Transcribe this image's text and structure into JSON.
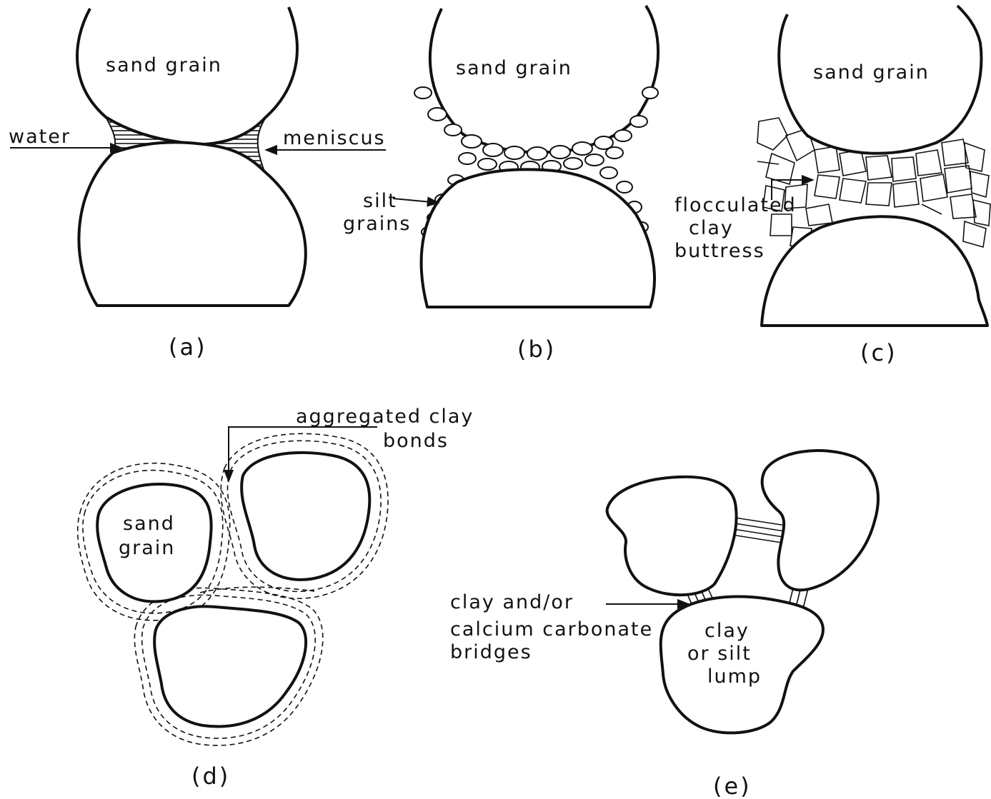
{
  "panels": {
    "a": {
      "label": "(a)",
      "grain_label": "sand grain",
      "water_label": "water",
      "meniscus_label": "meniscus"
    },
    "b": {
      "label": "(b)",
      "grain_label": "sand grain",
      "silt_label_1": "silt",
      "silt_label_2": "grains"
    },
    "c": {
      "label": "(c)",
      "grain_label": "sand grain",
      "floc_label_1": "flocculated",
      "floc_label_2": "clay",
      "floc_label_3": "buttress"
    },
    "d": {
      "label": "(d)",
      "aggregated_label_1": "aggregated clay",
      "aggregated_label_2": "bonds",
      "grain_label_1": "sand",
      "grain_label_2": "grain"
    },
    "e": {
      "label": "(e)",
      "bridge_label_1": "clay and/or",
      "bridge_label_2": "calcium carbonate",
      "bridge_label_3": "bridges",
      "lump_label_1": "clay",
      "lump_label_2": "or silt",
      "lump_label_3": "lump"
    }
  }
}
